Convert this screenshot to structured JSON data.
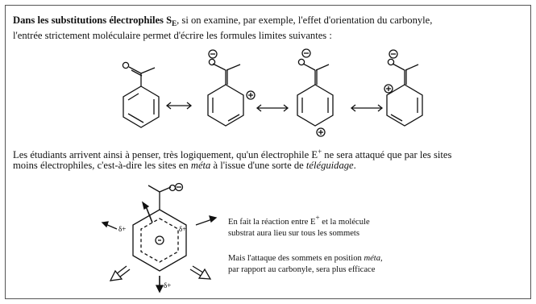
{
  "intro": {
    "bold_lead": "Dans les substitutions électrophiles S",
    "bold_sub": "E",
    "rest1": ", si on examine, par exemple, l'effet d'orientation du carbonyle,",
    "line2": "l'entrée strictement moléculaire permet d'écrire les formules limites suivantes :"
  },
  "middle": {
    "line1_a": "Les étudiants arrivent ainsi à penser, très logiquement, qu'un électrophile E",
    "line1_sup": "+",
    "line1_b": " ne sera attaqué que par les sites",
    "line2_a": "moins électrophiles, c'est-à-dire les sites en ",
    "line2_meta": "méta",
    "line2_b": " à l'issue d'une sorte de ",
    "line2_tele": "téléguidage",
    "line2_end": "."
  },
  "diagram_labels": {
    "delta_plus": "δ+"
  },
  "annotations": {
    "a1_line1_a": "En fait la réaction entre E",
    "a1_line1_sup": "+",
    "a1_line1_b": " et la molécule",
    "a1_line2": "substrat aura lieu sur tous les sommets",
    "a2_line1_a": "Mais l'attaque des sommets  en position ",
    "a2_line1_meta": "méta",
    "a2_line1_b": ",",
    "a2_line2": "par rapport au carbonyle, sera plus efficace"
  }
}
